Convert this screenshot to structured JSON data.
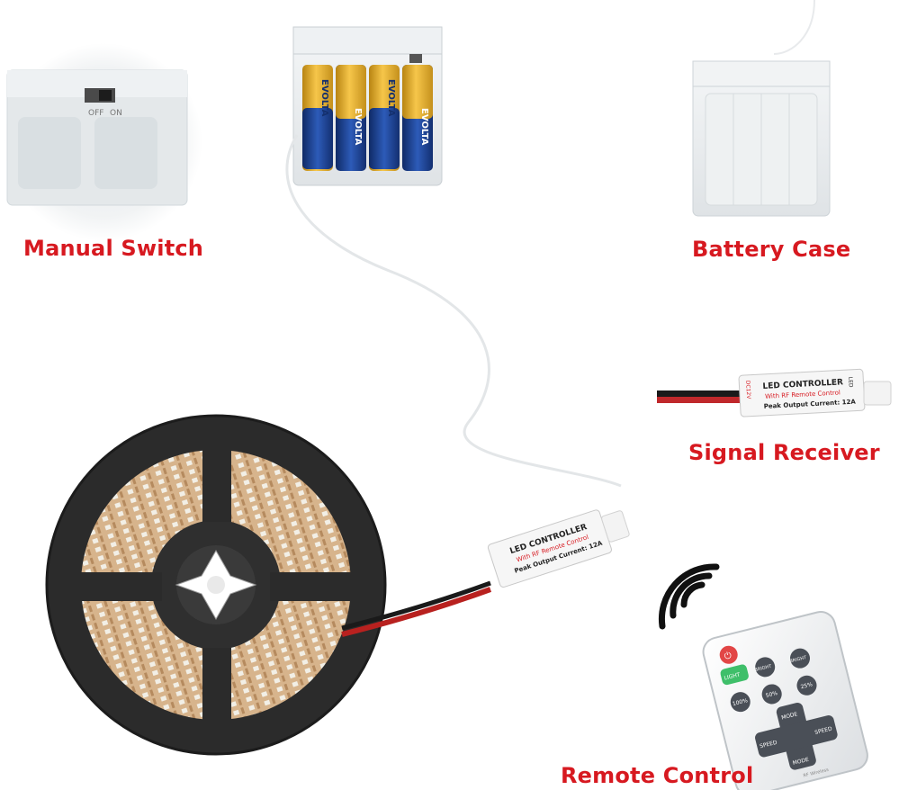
{
  "labels": {
    "manual_switch": "Manual Switch",
    "battery_case": "Battery Case",
    "signal_receiver": "Signal Receiver",
    "remote_control": "Remote Control"
  },
  "switch_markings": {
    "off": "OFF",
    "on": "ON"
  },
  "battery_brand": "EVOLTA",
  "controller": {
    "title": "LED CONTROLLER",
    "subtitle": "With RF Remote Control",
    "rating": "Peak Output Current: 12A",
    "port_left": "DC12V",
    "port_right": "LED"
  },
  "remote_buttons": {
    "light": "LIGHT",
    "bright_minus": "BRIGHT",
    "bright_plus": "BRIGHT",
    "b100": "100%",
    "b50": "50%",
    "b25": "25%",
    "mode_up": "MODE",
    "mode_down": "MODE",
    "speed_left": "SPEED",
    "speed_right": "SPEED",
    "footer": "RF Wireless"
  },
  "colors": {
    "label_red": "#d71920",
    "reel_black": "#2b2b2b",
    "strip_copper": "#c9a27a",
    "battery_blue": "#1c3f8f",
    "battery_gold": "#e8b030",
    "remote_button": "#4a4f57",
    "power_button": "#e24646",
    "light_button": "#3fbf6a"
  }
}
